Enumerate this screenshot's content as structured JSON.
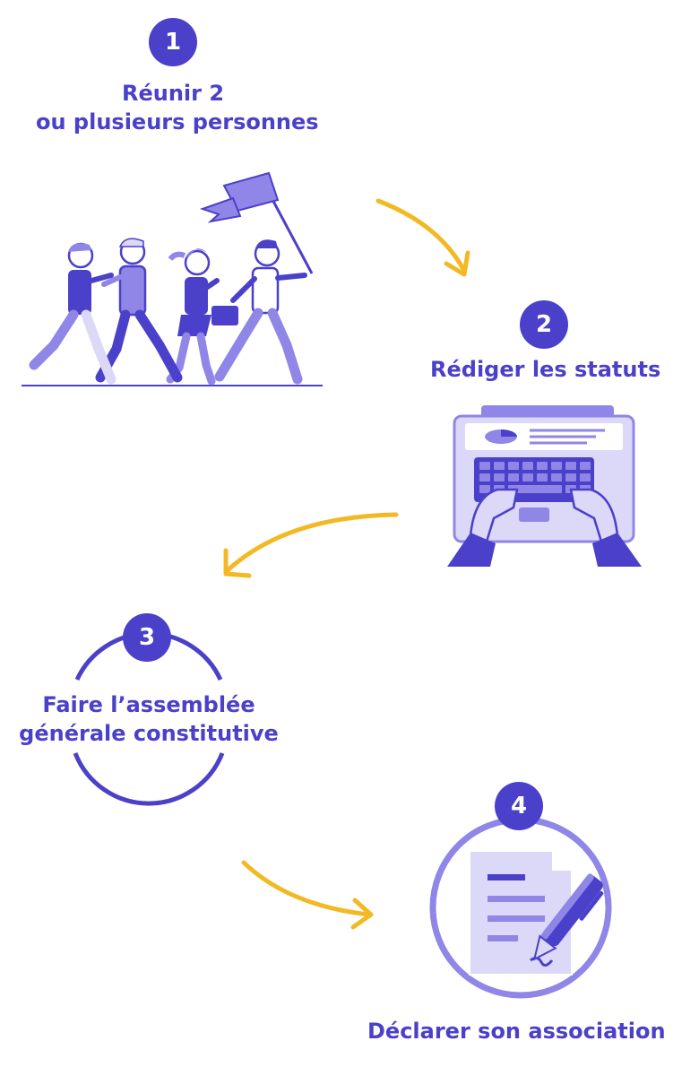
{
  "steps": [
    {
      "number": "1",
      "label_line1": "Réunir 2",
      "label_line2": "ou plusieurs personnes",
      "icon": "people-running-flag"
    },
    {
      "number": "2",
      "label": "Rédiger les statuts",
      "icon": "laptop-typing"
    },
    {
      "number": "3",
      "label_line1": "Faire l’assemblée",
      "label_line2": "générale constitutive",
      "icon": "assembly-circle"
    },
    {
      "number": "4",
      "label": "Déclarer son association",
      "icon": "document-pen"
    }
  ],
  "colors": {
    "primary": "#4b40c9",
    "light": "#8f86e8",
    "pale": "#dcd8f7",
    "arrow": "#f2b925"
  }
}
